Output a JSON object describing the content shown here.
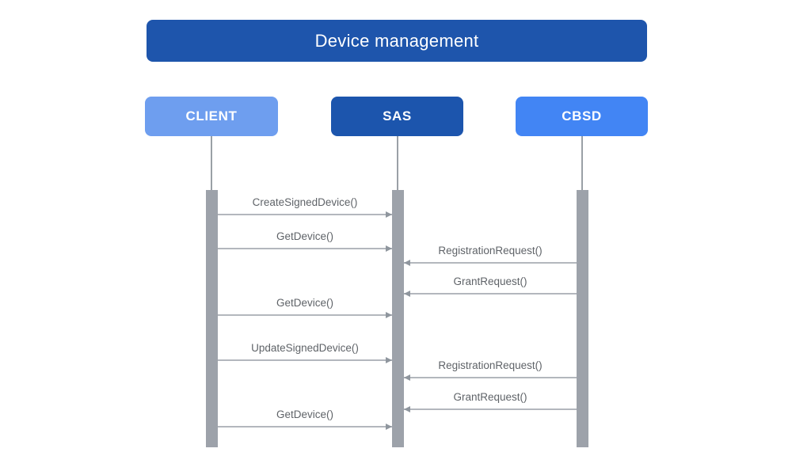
{
  "title": "Device management",
  "actors": [
    {
      "id": "client",
      "label": "CLIENT",
      "color": "#6E9EEF"
    },
    {
      "id": "sas",
      "label": "SAS",
      "color": "#1C55AD"
    },
    {
      "id": "cbsd",
      "label": "CBSD",
      "color": "#4285F4"
    }
  ],
  "messages": [
    {
      "label": "CreateSignedDevice()",
      "from": "CLIENT",
      "to": "SAS",
      "direction": "right"
    },
    {
      "label": "GetDevice()",
      "from": "CLIENT",
      "to": "SAS",
      "direction": "right"
    },
    {
      "label": "RegistrationRequest()",
      "from": "CBSD",
      "to": "SAS",
      "direction": "left"
    },
    {
      "label": "GrantRequest()",
      "from": "CBSD",
      "to": "SAS",
      "direction": "left"
    },
    {
      "label": "GetDevice()",
      "from": "CLIENT",
      "to": "SAS",
      "direction": "right"
    },
    {
      "label": "UpdateSignedDevice()",
      "from": "CLIENT",
      "to": "SAS",
      "direction": "right"
    },
    {
      "label": "RegistrationRequest()",
      "from": "CBSD",
      "to": "SAS",
      "direction": "left"
    },
    {
      "label": "GrantRequest()",
      "from": "CBSD",
      "to": "SAS",
      "direction": "left"
    },
    {
      "label": "GetDevice()",
      "from": "CLIENT",
      "to": "SAS",
      "direction": "right"
    }
  ],
  "colors": {
    "title_bg": "#1E55AC",
    "actor_text": "#FFFFFF",
    "lifeline": "#9AA0A6",
    "activation_bar": "#9DA2AA",
    "arrow_line": "#B3B7BD",
    "arrow_head": "#8F969E",
    "message_text": "#5F6368"
  }
}
